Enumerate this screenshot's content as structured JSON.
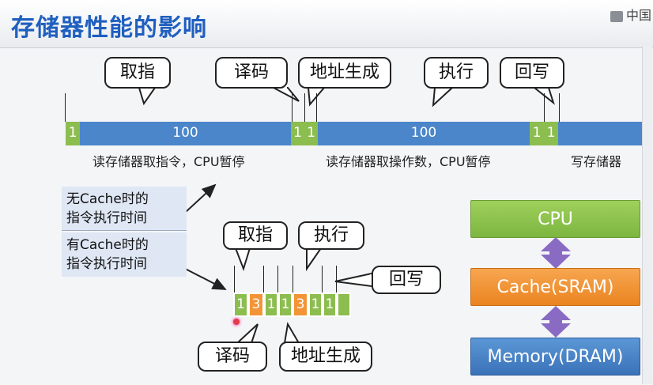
{
  "slide": {
    "title": "存储器性能的影响",
    "logo_text": "中国"
  },
  "timeline_no_cache": {
    "stage_labels": {
      "fetch": "取指",
      "decode": "译码",
      "addr": "地址生成",
      "exec": "执行",
      "writeback": "回写"
    },
    "cells": [
      "1",
      "100",
      "1",
      "1",
      "100",
      "1",
      "1"
    ],
    "captions": {
      "read_inst": "读存储器取指令，CPU暂停",
      "read_operand": "读存储器取操作数，CPU暂停",
      "write_mem": "写存储器"
    }
  },
  "legend": {
    "no_cache_line1": "无Cache时的",
    "no_cache_line2": "指令执行时间",
    "with_cache_line1": "有Cache时的",
    "with_cache_line2": "指令执行时间"
  },
  "timeline_with_cache": {
    "stage_labels": {
      "fetch": "取指",
      "exec": "执行",
      "writeback": "回写",
      "decode": "译码",
      "addr": "地址生成"
    },
    "cells": [
      "1",
      "3",
      "1",
      "1",
      "3",
      "1",
      "1"
    ]
  },
  "hierarchy": {
    "cpu": "CPU",
    "cache": "Cache(SRAM)",
    "memory": "Memory(DRAM)"
  },
  "colors": {
    "green": "#8cbd4f",
    "blue": "#4a86c9",
    "orange": "#f39536",
    "purple": "#8a6bc4",
    "title": "#1f5fbf"
  }
}
